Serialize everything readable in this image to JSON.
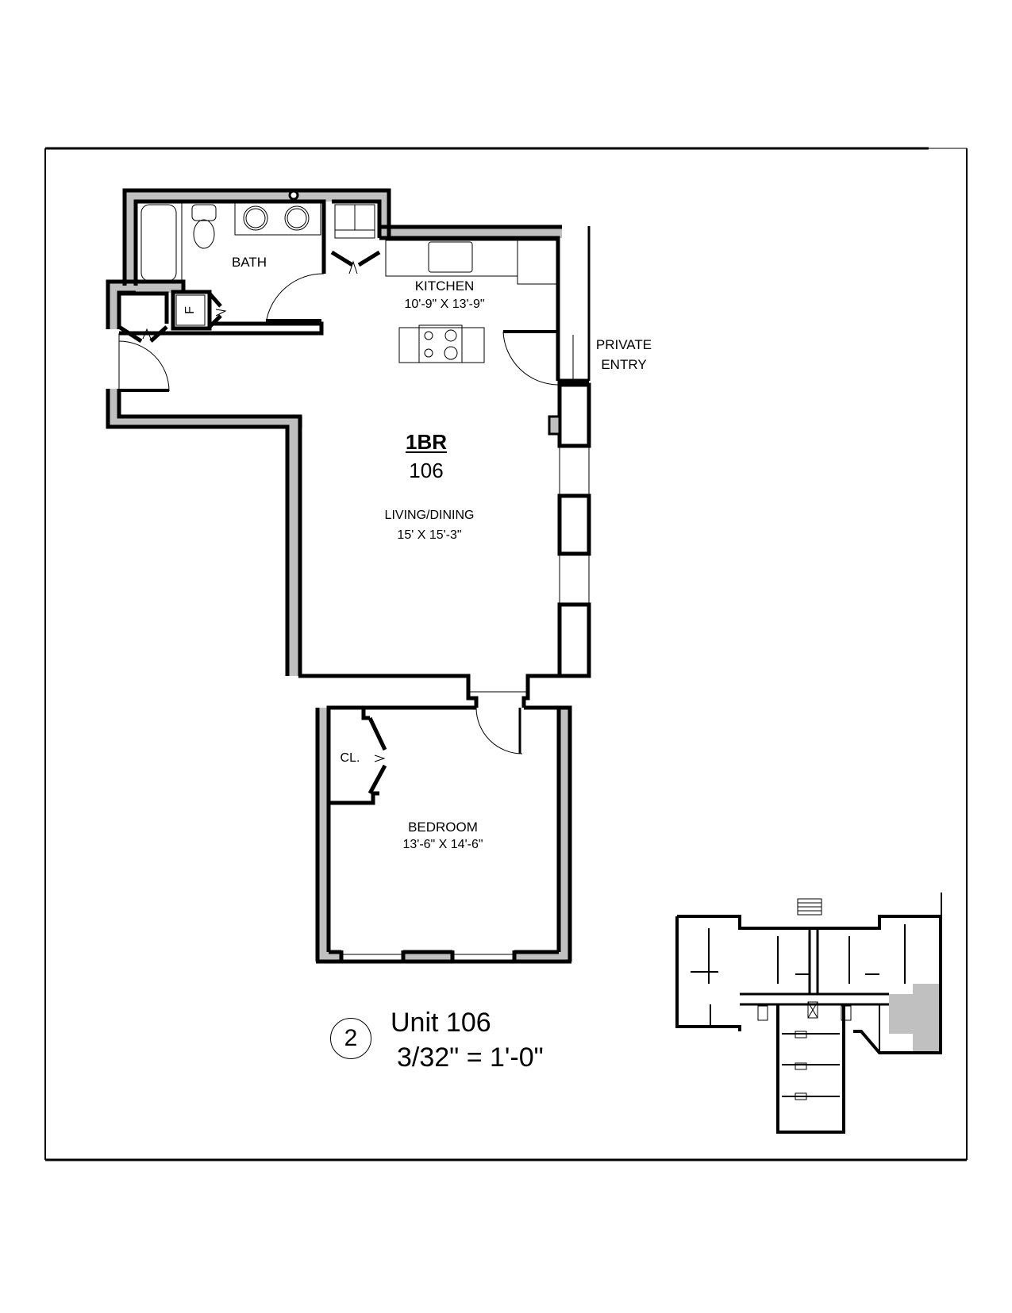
{
  "sheet": {
    "colors": {
      "wall_fill": "#c0c0c0",
      "line": "#000000",
      "background": "#ffffff",
      "highlight": "#c0c0c0"
    }
  },
  "unit": {
    "type": "1BR",
    "number": "106"
  },
  "rooms": {
    "bath": {
      "label": "BATH"
    },
    "kitchen": {
      "label": "KITCHEN",
      "dimensions": "10'-9\" X 13'-9\""
    },
    "living": {
      "label": "LIVING/DINING",
      "dimensions": "15' X 15'-3\""
    },
    "bedroom": {
      "label": "BEDROOM",
      "dimensions": "13'-6\" X 14'-6\""
    },
    "closet": {
      "label": "CL."
    },
    "furnace": {
      "label": "F"
    },
    "private_entry": {
      "line1": "PRIVATE",
      "line2": "ENTRY"
    }
  },
  "title_block": {
    "drawing_number": "2",
    "title": "Unit 106",
    "scale": "3/32\" = 1'-0\""
  },
  "key_plan": {
    "icon": "building-key-plan",
    "highlighted_unit": "106"
  }
}
